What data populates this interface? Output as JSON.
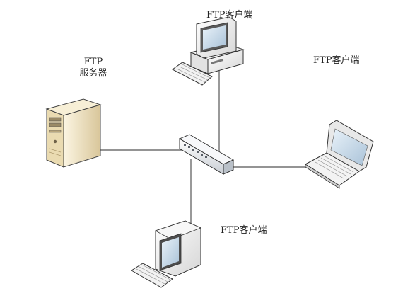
{
  "diagram": {
    "server": {
      "label_line1": "FTP",
      "label_line2": "服务器"
    },
    "clients": [
      {
        "label": "FTP客户端"
      },
      {
        "label": "FTP客户端"
      },
      {
        "label": "FTP客户端"
      }
    ],
    "colors": {
      "line": "#555555",
      "server_body": "#efe3c2",
      "monitor_body": "#f2f2f2",
      "screen": "#cfe0ee",
      "switch_body": "#eef1f4"
    },
    "icons": [
      "server-icon",
      "desktop-computer-icon",
      "laptop-icon",
      "network-switch-icon"
    ]
  }
}
